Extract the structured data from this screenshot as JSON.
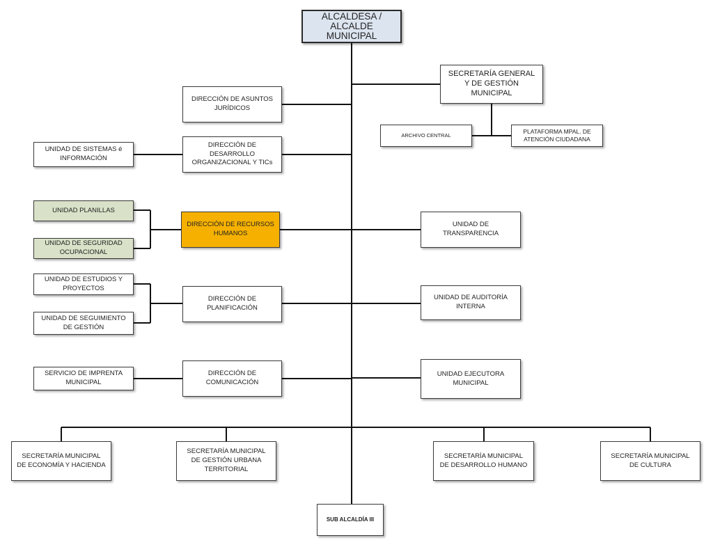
{
  "colors": {
    "root_fill": "#dce4ef",
    "highlight_fill": "#f6b100",
    "green_fill": "#d9e2c8",
    "line": "#111111"
  },
  "nodes": {
    "alcaldesa": "ALCALDESA /\nALCALDE\nMUNICIPAL",
    "secretaria_general": "SECRETARÍA GENERAL\nY DE GESTIÓN\nMUNICIPAL",
    "archivo_central": "ARCHIVO CENTRAL",
    "plataforma": "PLATAFORMA MPAL. DE\nATENCIÓN CIUDADANA",
    "asuntos_juridicos": "DIRECCIÓN DE ASUNTOS\nJURÍDICOS",
    "desarrollo_org": "DIRECCIÓN DE\nDESARROLLO\nORGANIZACIONAL Y TICs",
    "unidad_sistemas": "UNIDAD DE SISTEMAS é\nINFORMACIÓN",
    "unidad_planillas": "UNIDAD PLANILLAS",
    "seguridad_ocupacional": "UNIDAD DE SEGURIDAD\nOCUPACIONAL",
    "recursos_humanos": "DIRECCIÓN DE RECURSOS\nHUMANOS",
    "transparencia": "UNIDAD DE\nTRANSPARENCIA",
    "estudios_proyectos": "UNIDAD DE ESTUDIOS Y\nPROYECTOS",
    "seguimiento_gestion": "UNIDAD DE SEGUIMIENTO\nDE GESTIÓN",
    "planificacion": "DIRECCIÓN DE\nPLANIFICACIÓN",
    "auditoria_interna": "UNIDAD DE AUDITORÍA\nINTERNA",
    "imprenta": "SERVICIO DE IMPRENTA\nMUNICIPAL",
    "comunicacion": "DIRECCIÓN DE\nCOMUNICACIÓN",
    "unidad_ejecutora": "UNIDAD EJECUTORA\nMUNICIPAL",
    "economia_hacienda": "SECRETARÍA MUNICIPAL\nDE ECONOMÍA Y HACIENDA",
    "gestion_urbana": "SECRETARÍA MUNICIPAL\nDE GESTIÓN URBANA\nTERRITORIAL",
    "desarrollo_humano": "SECRETARÍA MUNICIPAL\nDE DESARROLLO HUMANO",
    "cultura": "SECRETARÍA MUNICIPAL\nDE CULTURA",
    "sub_alcaldia": "SUB ALCALDÍA III"
  }
}
